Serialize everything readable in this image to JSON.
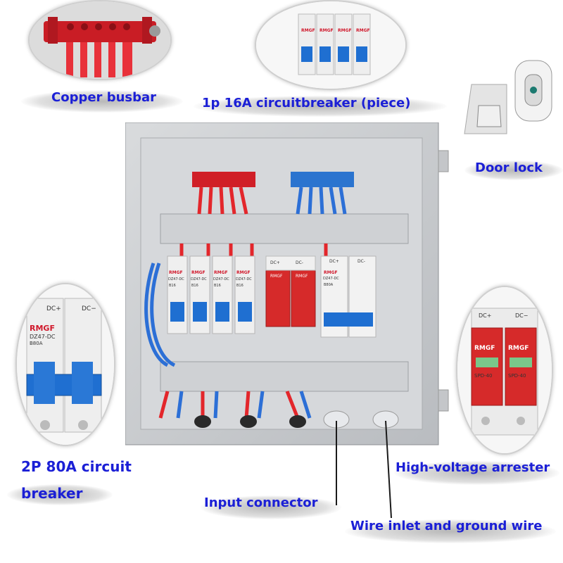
{
  "labels": {
    "copper_busbar": "Copper busbar",
    "breaker_1p": "1p 16A circuitbreaker (piece)",
    "door_lock": "Door lock",
    "breaker_2p_line1": "2P 80A circuit",
    "breaker_2p_line2": "breaker",
    "arrester": "High-voltage arrester",
    "input_connector": "Input connector",
    "wire_inlet": "Wire inlet and ground wire"
  },
  "device_text": {
    "brand": "RMGF",
    "model_dc": "DZ47-DC",
    "rating_1p": "B16",
    "rating_2p": "B80A",
    "dc_plus": "DC+",
    "dc_minus": "DC−",
    "dc_minus_hyphen": "DC-",
    "spd_model": "SPD-40"
  },
  "colors": {
    "label_blue": "#1b1fd6",
    "enclosure_gray": "#c9ccd0",
    "breaker_blue": "#1f6fd1",
    "arrester_red": "#d62a2a",
    "wire_red": "#e3262b",
    "wire_blue": "#2c6fd6"
  }
}
